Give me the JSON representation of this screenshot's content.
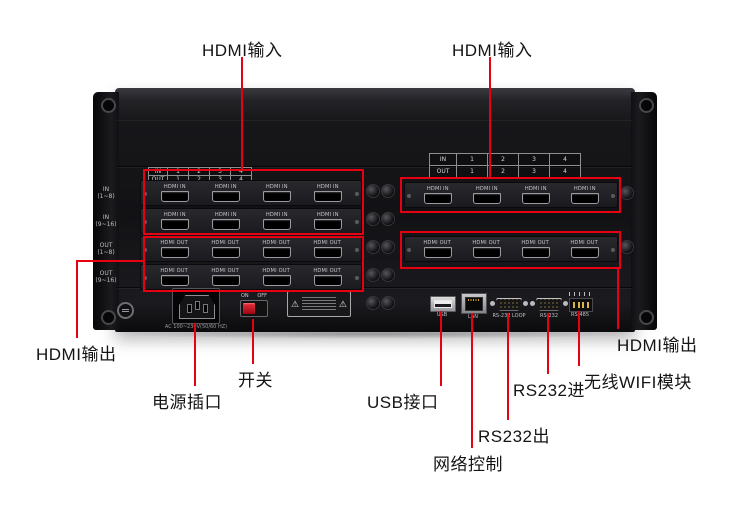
{
  "annotation_color": "#e60012",
  "annotations": {
    "hdmi_input_left": "HDMI输入",
    "hdmi_input_right": "HDMI输入",
    "hdmi_output_left": "HDMI输出",
    "hdmi_output_right": "HDMI输出",
    "power_socket": "电源插口",
    "power_switch": "开关",
    "usb_port": "USB接口",
    "network_control": "网络控制",
    "rs232_out": "RS232出",
    "rs232_in": "RS232进",
    "wifi_module": "无线WIFI模块"
  },
  "icons": {
    "warning_triangle": "⚠"
  },
  "device": {
    "left_port_rows": [
      {
        "label": "HDMI IN",
        "count": 4
      },
      {
        "label": "HDMI IN",
        "count": 4
      },
      {
        "label": "HDMI OUT",
        "count": 4
      },
      {
        "label": "HDMI OUT",
        "count": 4
      }
    ],
    "right_port_rows": [
      {
        "label": "HDMI IN",
        "count": 4
      },
      {
        "label": "HDMI OUT",
        "count": 4
      }
    ],
    "io_table": {
      "rows": [
        [
          "IN",
          "1",
          "2",
          "3",
          "4"
        ],
        [
          "OUT",
          "1",
          "2",
          "3",
          "4"
        ]
      ]
    },
    "side_labels": [
      "IN\n(1~8)",
      "IN\n(9~16)",
      "OUT\n(1~8)",
      "OUT\n(9~16)"
    ],
    "power": {
      "switch_on": "ON",
      "switch_off": "OFF",
      "ac_rating": "AC 100~230V(50/60 HZ)"
    },
    "bottom_port_labels": {
      "usb": "USB",
      "lan": "LAN",
      "rs232_loop": "RS-232 LOOP",
      "rs232": "RS-232",
      "rs485": "RS-485"
    }
  }
}
